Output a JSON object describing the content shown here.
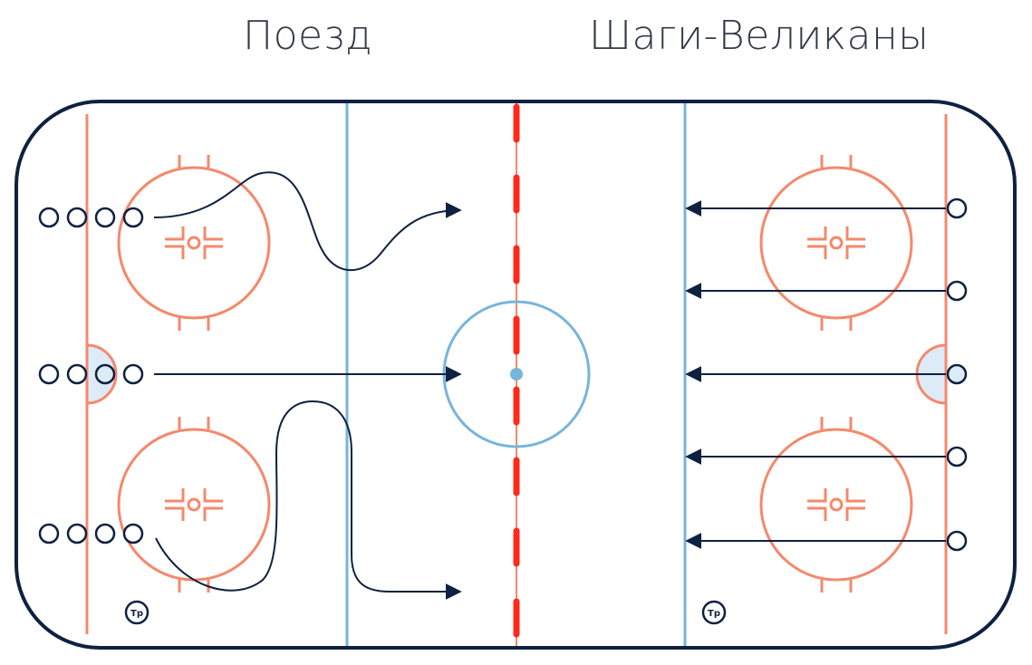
{
  "titles": {
    "left": "Поезд",
    "right": "Шаги-Великаны"
  },
  "coach_label": "Тр",
  "colors": {
    "boards": "#0e2140",
    "red_line": "#ff2a1a",
    "blue_line": "#77b5dc",
    "faceoff": "#f4896c",
    "crease_fill": "#dcebf7",
    "player": "#0e2140",
    "path": "#0e2140"
  }
}
